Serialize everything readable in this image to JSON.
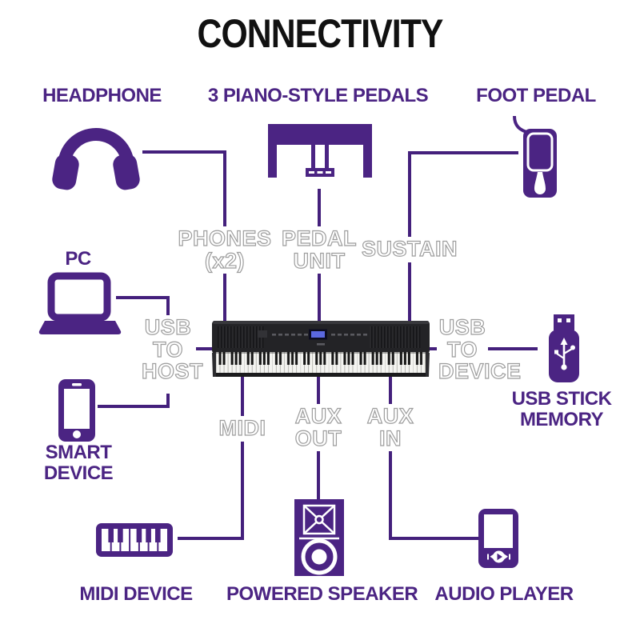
{
  "title": "CONNECTIVITY",
  "colors": {
    "accent_purple": "#4b2483",
    "connector_line": "#44207c",
    "port_outline_gray": "#9d9d9d",
    "title_black": "#111111",
    "piano_body": "#232326",
    "piano_display_blue": "#5b68e0",
    "background": "#ffffff"
  },
  "devices": {
    "headphone": {
      "label": "HEADPHONE",
      "icon": "headphones-icon"
    },
    "pedals": {
      "label": "3 PIANO-STYLE PEDALS",
      "icon": "pedal-unit-icon"
    },
    "foot_pedal": {
      "label": "FOOT PEDAL",
      "icon": "foot-pedal-icon"
    },
    "pc": {
      "label": "PC",
      "icon": "laptop-icon"
    },
    "smart_device": {
      "line1": "SMART",
      "line2": "DEVICE",
      "icon": "smartphone-icon"
    },
    "usb_stick": {
      "line1": "USB STICK",
      "line2": "MEMORY",
      "icon": "usb-stick-icon"
    },
    "midi_device": {
      "label": "MIDI DEVICE",
      "icon": "midi-keyboard-icon"
    },
    "powered_speaker": {
      "label": "POWERED SPEAKER",
      "icon": "speaker-icon"
    },
    "audio_player": {
      "label": "AUDIO PLAYER",
      "icon": "audio-player-icon"
    }
  },
  "center_device": {
    "icon": "digital-piano-image"
  },
  "ports": {
    "phones": {
      "line1": "PHONES",
      "line2": "(x2)"
    },
    "pedal_unit": {
      "line1": "PEDAL",
      "line2": "UNIT"
    },
    "sustain": {
      "line1": "SUSTAIN"
    },
    "usb_to_host": {
      "line1": "USB",
      "line2": "TO",
      "line3": "HOST"
    },
    "usb_to_device": {
      "line1": "USB",
      "line2": "TO",
      "line3": "DEVICE"
    },
    "midi": {
      "line1": "MIDI"
    },
    "aux_out": {
      "line1": "AUX",
      "line2": "OUT"
    },
    "aux_in": {
      "line1": "AUX",
      "line2": "IN"
    }
  }
}
